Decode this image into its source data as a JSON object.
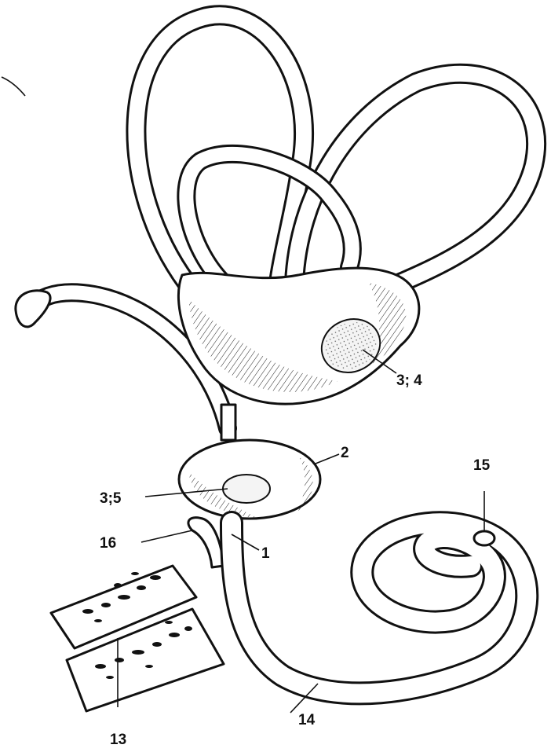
{
  "labels": {
    "duct": "1",
    "saccule": "2",
    "macula_utricle": "3; 4",
    "macula_saccule": "3;5",
    "canal_region": "13",
    "cochlear_duct": "14",
    "helicotrema": "15",
    "reuniens": "16"
  }
}
